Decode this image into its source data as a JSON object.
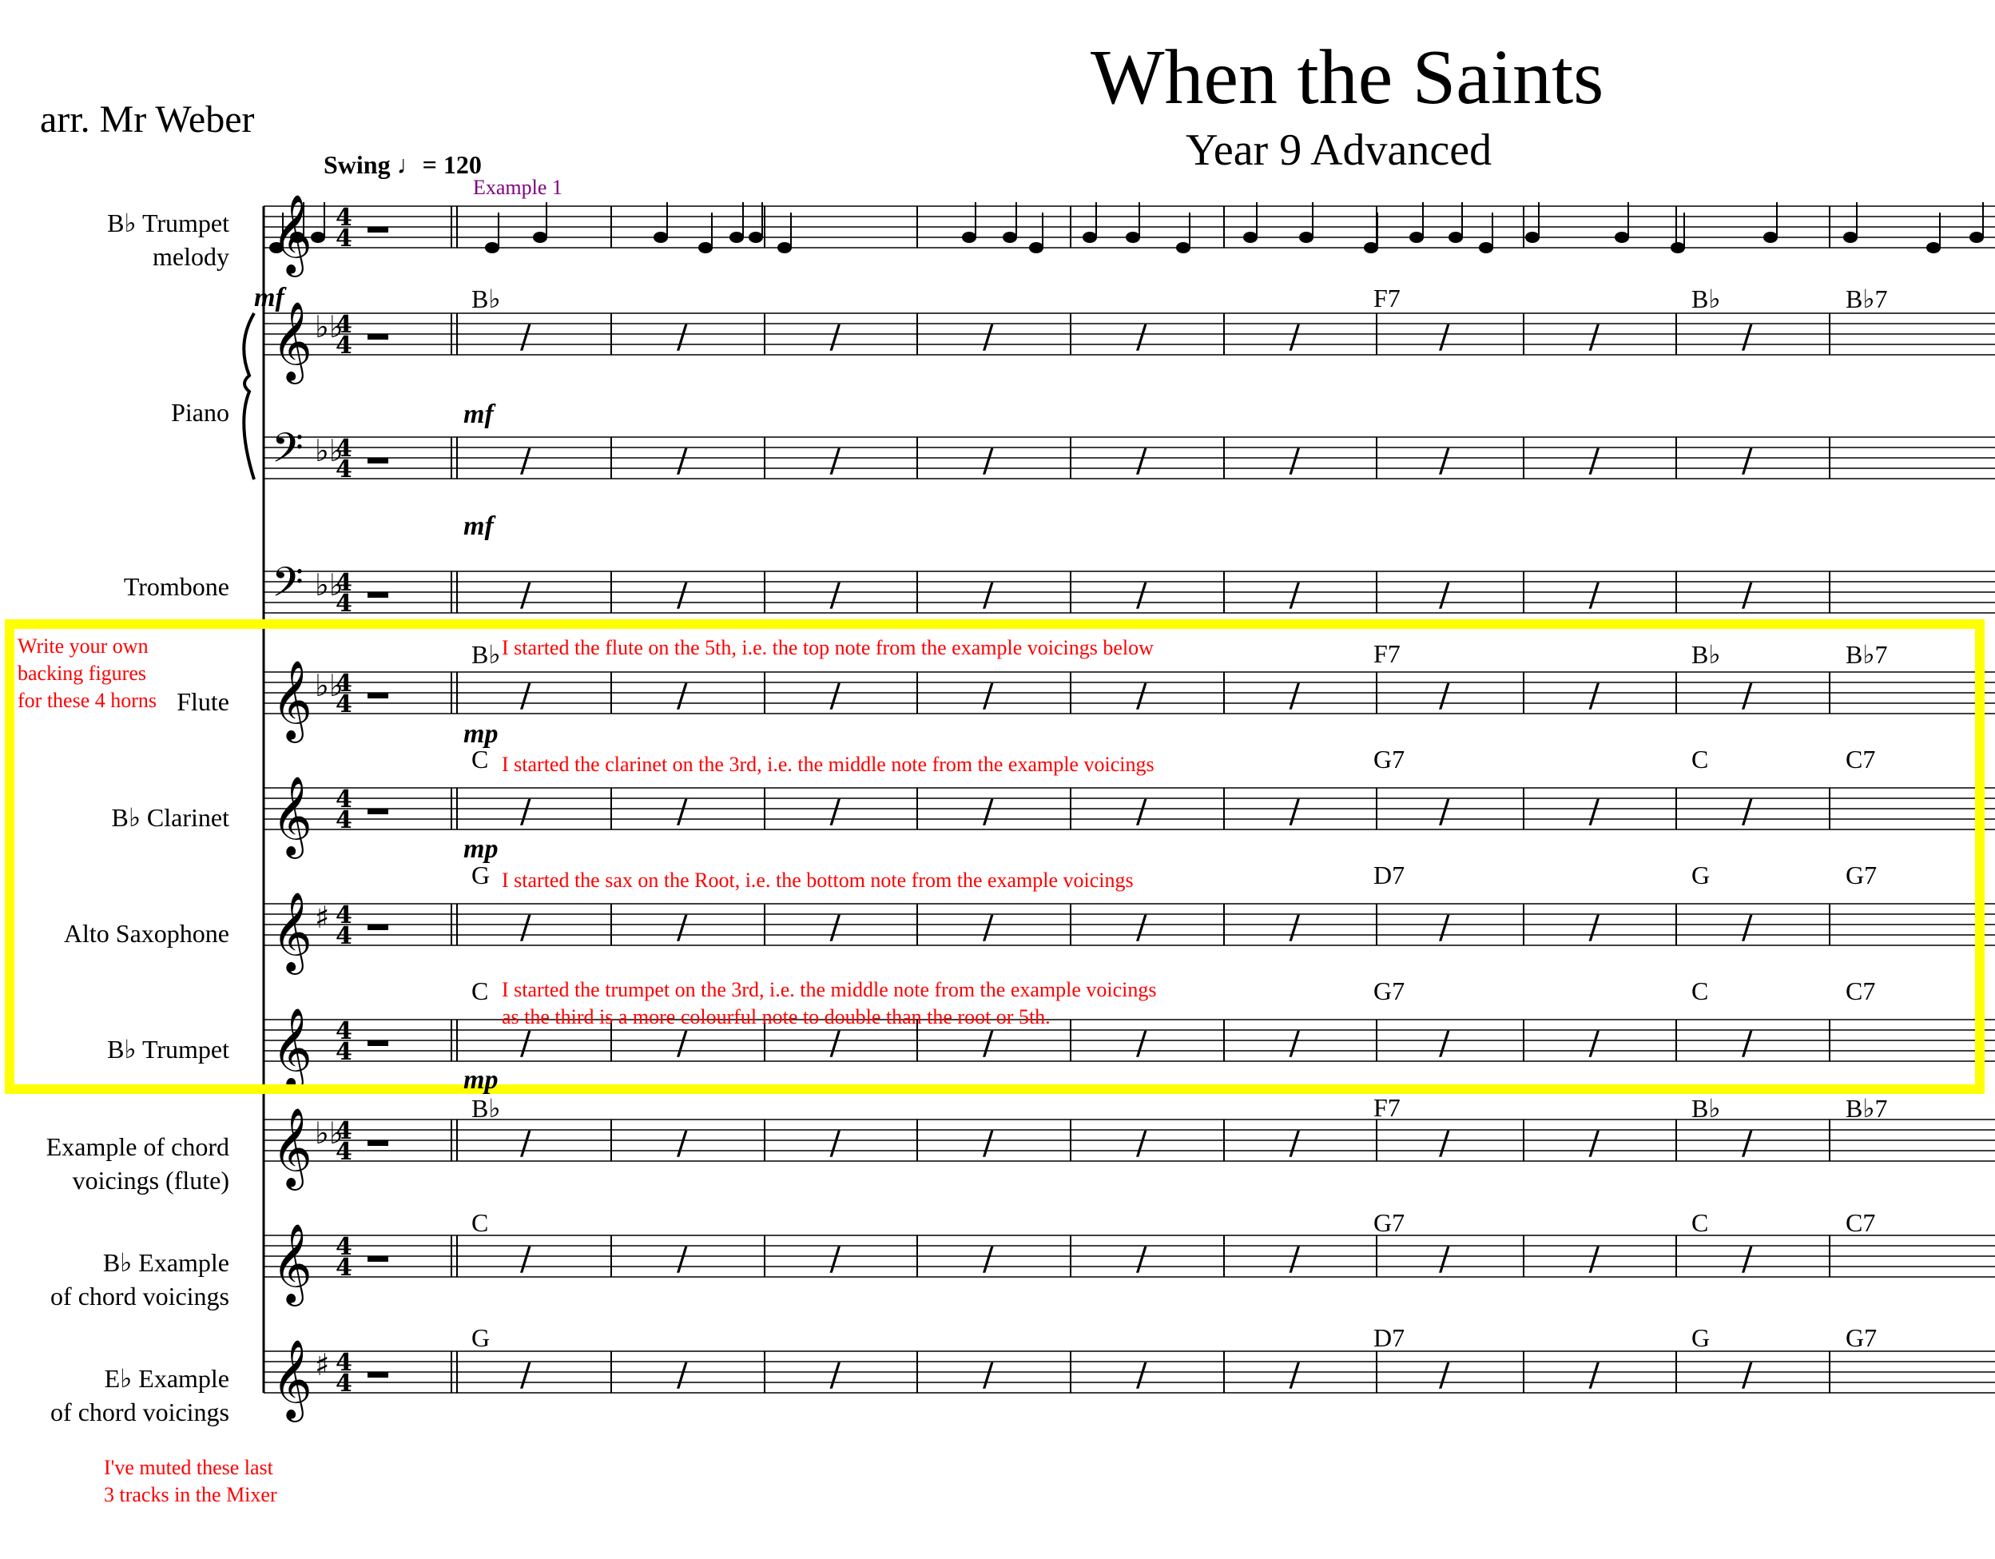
{
  "title": "When the Saints",
  "subtitle": "Year 9 Advanced",
  "arranger": "arr. Mr Weber",
  "tempo": "Swing ♩= 120",
  "rehearsal_mark": "Example 1",
  "instruments": [
    "B♭ Trumpet\nmelody",
    "Piano",
    "Trombone",
    "Flute",
    "B♭ Clarinet",
    "Alto Saxophone",
    "B♭ Trumpet",
    "Example of chord\nvoicings (flute)",
    "B♭ Example\nof chord voicings",
    "E♭ Example\nof chord voicings"
  ],
  "chords": {
    "concert": [
      "B♭",
      "F7",
      "B♭",
      "B♭7"
    ],
    "b_flat": [
      "C",
      "G7",
      "C",
      "C7"
    ],
    "e_flat": [
      "G",
      "D7",
      "G",
      "G7"
    ]
  },
  "annotations": {
    "horns_box": "Write your own\nbacking figures\nfor these 4 horns",
    "flute": "I started the flute on the 5th, i.e. the top note from the example voicings below",
    "clarinet": "I started the clarinet on the 3rd, i.e. the middle note from the example voicings",
    "sax": "I started the sax on the Root, i.e. the bottom note from the example voicings",
    "trumpet_line1": "I started the trumpet on the 3rd, i.e. the middle note from the example voicings",
    "trumpet_line2": "as the third is a more colourful note to double than the root or 5th.",
    "muted": "I've muted these last\n3 tracks in the Mixer"
  },
  "dynamics": {
    "mf": "mf",
    "mp": "mp"
  },
  "colors": {
    "highlight": "#ffff00",
    "annotation": "#ff0000",
    "rehearsal": "#800080"
  }
}
